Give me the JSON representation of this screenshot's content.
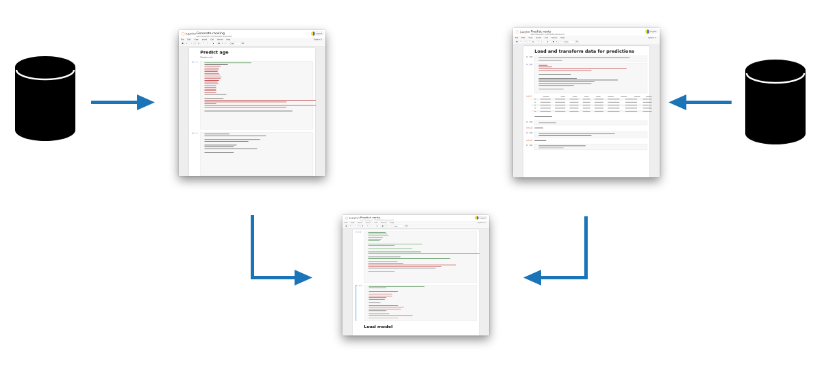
{
  "diagram": {
    "description_shapes": [
      "database-left",
      "database-right",
      "arrow-left-to-top-left",
      "arrow-right-to-top-right",
      "elbow-arrow-top-left-to-bottom",
      "elbow-arrow-top-right-to-bottom"
    ],
    "colors": {
      "arrow": "#1a74b8",
      "database": "#000000",
      "database_line": "#ffffff"
    }
  },
  "notebooks": {
    "top_left": {
      "logo": "jupyter",
      "title": "Generate ranking",
      "status": "Last Checkpoint: 4 minutes ago  (autosaved)",
      "logout": "Logout",
      "menu": [
        "File",
        "Edit",
        "View",
        "Insert",
        "Cell",
        "Kernel",
        "Help"
      ],
      "kernel_badge": "Python 3",
      "cell_type": "Code",
      "heading": "Predict age",
      "subtext": "Toronto only",
      "prompts": [
        "In [ ]:",
        "In [ ]:"
      ]
    },
    "top_right": {
      "logo": "jupyter",
      "title": "Predict rents",
      "status": "Last Checkpoint: 11/03/2020  (autosaved)",
      "logout": "Logout",
      "menu": [
        "File",
        "Edit",
        "View",
        "Insert",
        "Cell",
        "Kernel",
        "Help"
      ],
      "kernel_badge": "Python 3",
      "cell_type": "Code",
      "heading": "Load and transform data for predictions",
      "prompts": [
        "In [10]:",
        "In [11]:",
        "Out[11]:",
        "In [12]:",
        "Out[12]:",
        "In [13]:",
        "Out[13]:",
        "In [14]:"
      ]
    },
    "bottom": {
      "logo": "jupyter",
      "title": "Predict rents",
      "status": "Last Checkpoint: 11/03/2020  (autosaved)",
      "logout": "Logout",
      "menu": [
        "File",
        "Edit",
        "View",
        "Insert",
        "Cell",
        "Kernel",
        "Help"
      ],
      "kernel_badge": "Python 3",
      "cell_type": "Code",
      "heading": "Load model",
      "prompts": [
        "In [1]:",
        "In [2]:"
      ]
    }
  }
}
